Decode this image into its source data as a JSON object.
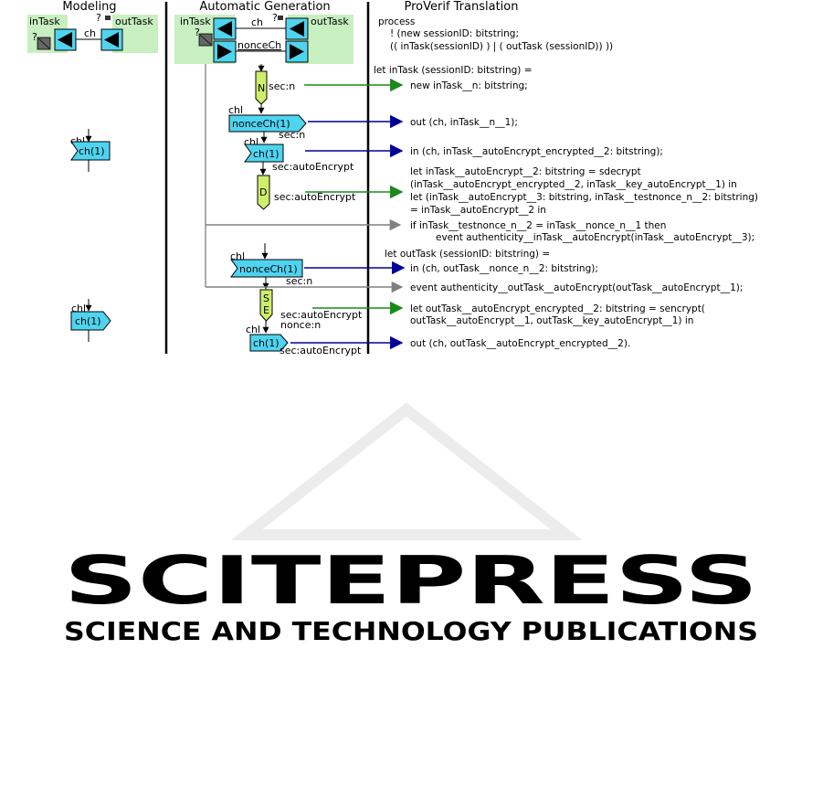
{
  "headers": {
    "modeling": "Modeling",
    "auto_gen": "Automatic Generation",
    "proverif": "ProVerif Translation"
  },
  "modeling": {
    "in_task": "inTask",
    "out_task": "outTask",
    "channel": "ch",
    "q_in": "?",
    "q_out": "?",
    "chl_recv": "chl",
    "recv_ch": "ch(1)",
    "chl_send": "chl",
    "send_ch": "ch(1)"
  },
  "generation": {
    "in_task": "inTask",
    "out_task": "outTask",
    "channel": "ch",
    "nonce_channel": "nonceCh",
    "q_in": "?",
    "q_out": "?",
    "n_block": "N",
    "sec_n_1": "sec:n",
    "chl_1": "chl",
    "nonce_send": "nonceCh(1)",
    "sec_n_2": "sec:n",
    "chl_2": "chl",
    "ch_recv": "ch(1)",
    "sec_ae_1": "sec:autoEncrypt",
    "d_block": "D",
    "sec_ae_2": "sec:autoEncrypt",
    "chl_3": "chl",
    "nonce_recv": "nonceCh(1)",
    "sec_n_3": "sec:n",
    "se_block_s": "S",
    "se_block_e": "E",
    "sec_ae_3": "sec:autoEncrypt",
    "nonce_n": "nonce:n",
    "chl_4": "chl",
    "ch_send": "ch(1)",
    "sec_ae_4": "sec:autoEncrypt"
  },
  "translation": {
    "process": "process",
    "process_1": "! (new sessionID: bitstring;",
    "process_2": "(( inTask(sessionID) ) | ( outTask (sessionID)) ))",
    "intask_decl": "let inTask (sessionID: bitstring) =",
    "new_n": "new inTask__n: bitstring;",
    "out_nonce": "out (ch, inTask__n__1);",
    "in_ch": "in (ch, inTask__autoEncrypt_encrypted__2: bitstring);",
    "dec_1": "let inTask__autoEncrypt__2: bitstring = sdecrypt",
    "dec_2": "(inTask__autoEncrypt_encrypted__2, inTask__key_autoEncrypt__1) in",
    "dec_3": "let (inTask__autoEncrypt__3: bitstring, inTask__testnonce_n__2: bitstring)",
    "dec_4": "= inTask__autoEncrypt__2 in",
    "if_1": "if inTask__testnonce_n__2 = inTask__nonce_n__1 then",
    "if_2": "event authenticity__inTask__autoEncrypt(inTask__autoEncrypt__3);",
    "outtask_decl": "let outTask (sessionID: bitstring) =",
    "in_nonce": "in (ch, outTask__nonce_n__2: bitstring);",
    "event_out": "event authenticity__outTask__autoEncrypt(outTask__autoEncrypt__1);",
    "enc_1": "let outTask__autoEncrypt_encrypted__2: bitstring = sencrypt(",
    "enc_2": "outTask__autoEncrypt__1, outTask__key_autoEncrypt__1) in",
    "out_ch": "out (ch, outTask__autoEncrypt_encrypted__2)."
  },
  "watermark": {
    "title": "SCITEPRESS",
    "subtitle": "SCIENCE AND TECHNOLOGY PUBLICATIONS"
  },
  "colors": {
    "task_bg": "#c8efc0",
    "port_fill": "#4fd4f0",
    "block_fill": "#cdef6b",
    "green_arrow": "#1a8a1a",
    "blue_arrow": "#000099",
    "gray_line": "#808080",
    "watermark": "#ebebeb"
  }
}
